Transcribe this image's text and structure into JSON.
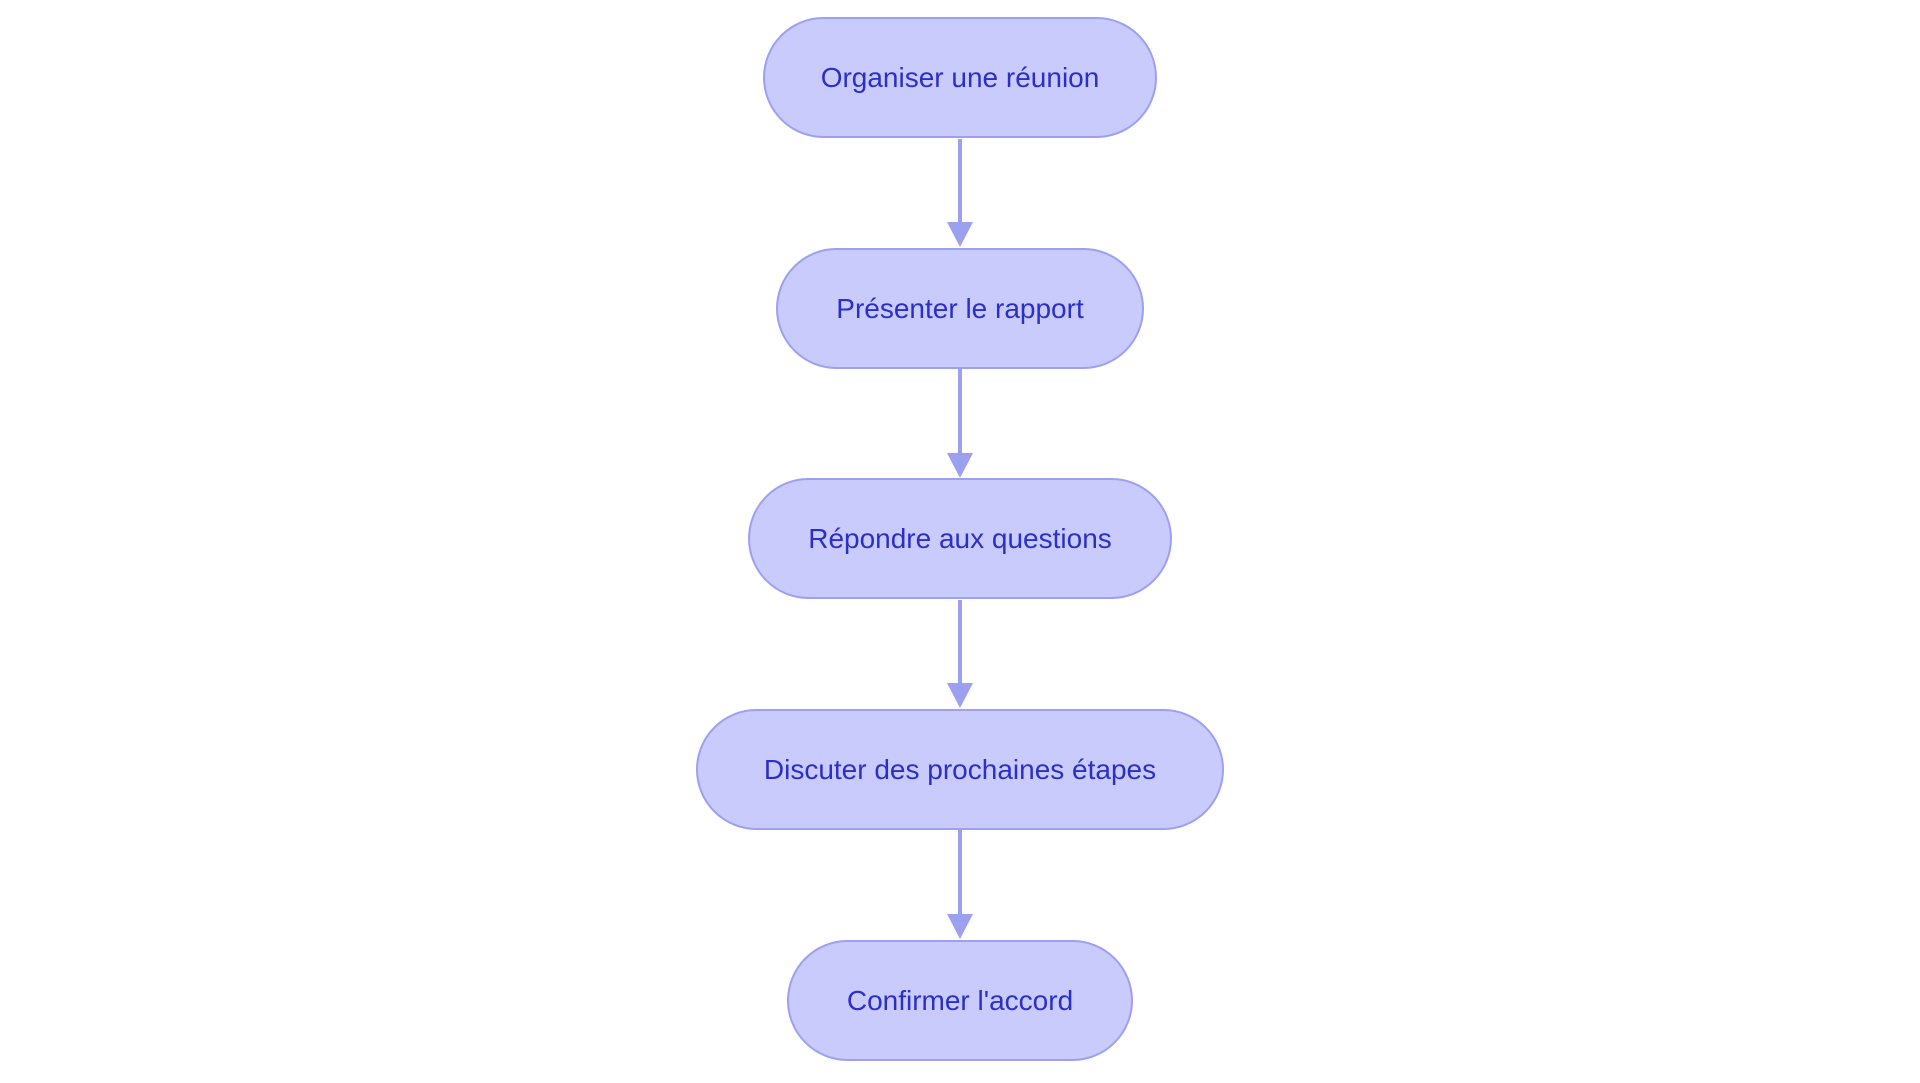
{
  "colors": {
    "node_fill": "#c9cbfd",
    "node_border": "#9ca0f0",
    "text": "#2b2fc8",
    "edge": "#9ca0f0"
  },
  "nodes": [
    {
      "label": "Organiser une réunion"
    },
    {
      "label": "Présenter le rapport"
    },
    {
      "label": "Répondre aux questions"
    },
    {
      "label": "Discuter des prochaines étapes"
    },
    {
      "label": "Confirmer l'accord"
    }
  ]
}
